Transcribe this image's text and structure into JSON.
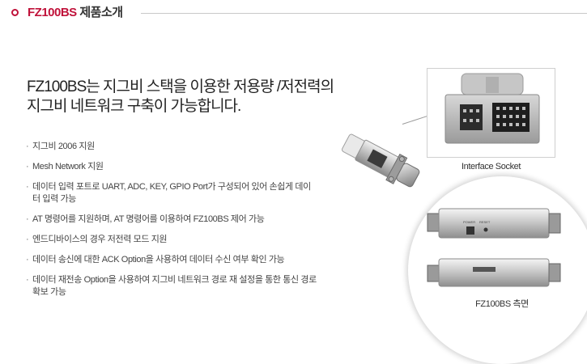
{
  "header": {
    "model": "FZ100BS",
    "subtitle": "제품소개"
  },
  "headline": {
    "line1": "FZ100BS는 지그비 스택을 이용한 저용량 /저전력의",
    "line2": "지그비 네트워크 구축이 가능합니다."
  },
  "features": [
    "지그비 2006 지원",
    "Mesh Network 지원",
    "데이터 입력 포트로 UART, ADC, KEY, GPIO Port가 구성되어 있어 손쉽게 데이터 입력 가능",
    "AT 명령어를 지원하며, AT 명령어를 이용하여 FZ100BS 제어 가능",
    "엔드디바이스의 경우 저전력 모드 지원",
    "데이터 송신에 대한 ACK Option을 사용하여 데이터 수신 여부 확인 가능",
    "데이터 재전송 Option을 사용하여 지그비 네트워크 경로 재 설정을 통한 통신 경로 확보 가능"
  ],
  "images": {
    "socket_caption": "Interface Socket",
    "side_caption": "FZ100BS 측면",
    "power_label": "POWER",
    "reset_label": "RESET"
  },
  "colors": {
    "accent": "#c0123a",
    "text": "#333333",
    "rule": "#c9c9c9"
  }
}
